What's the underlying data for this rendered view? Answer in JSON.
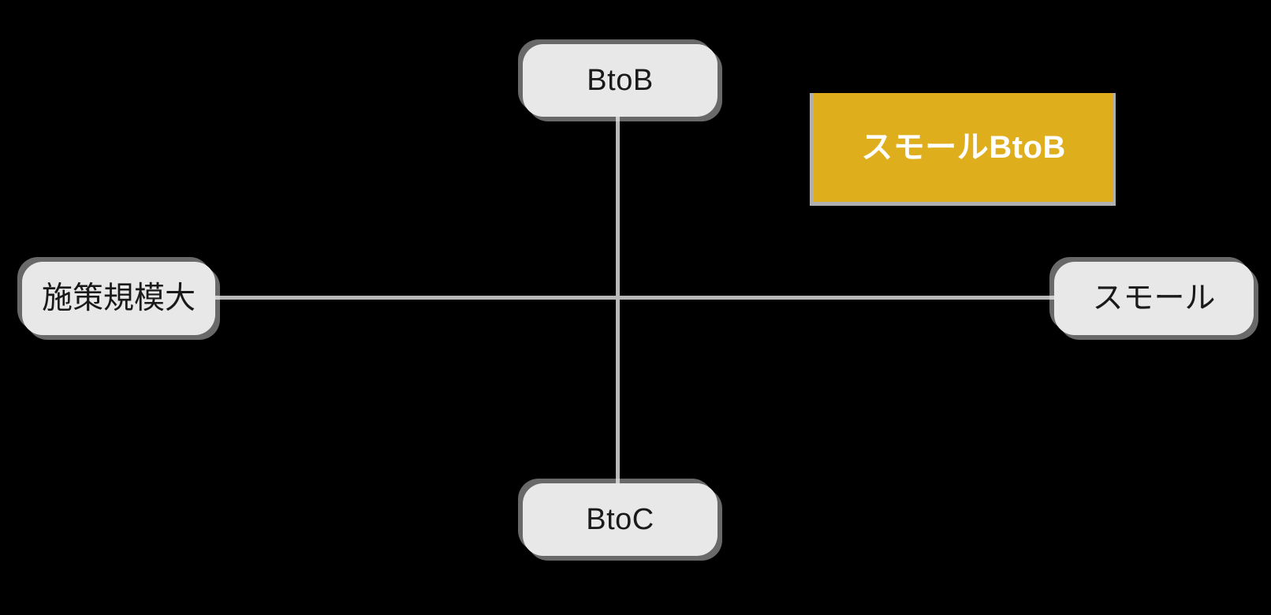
{
  "diagram": {
    "type": "two-axis-positioning-matrix",
    "background_color": "#000000",
    "axis": {
      "line_color": "#b8b8b8",
      "vertical": {
        "top_label": "BtoB",
        "bottom_label": "BtoC"
      },
      "horizontal": {
        "left_label": "施策規模大",
        "right_label": "スモール"
      }
    },
    "chips": [
      {
        "id": "btob",
        "label": "BtoB",
        "position": "top",
        "bg": "#e8e8e8",
        "text_color": "#1a1a1a"
      },
      {
        "id": "btoc",
        "label": "BtoC",
        "position": "bottom",
        "bg": "#e8e8e8",
        "text_color": "#1a1a1a"
      },
      {
        "id": "left",
        "label": "施策規模大",
        "position": "left",
        "bg": "#e8e8e8",
        "text_color": "#1a1a1a"
      },
      {
        "id": "right",
        "label": "スモール",
        "position": "right",
        "bg": "#e8e8e8",
        "text_color": "#1a1a1a"
      }
    ],
    "callout": {
      "label": "スモールBtoB",
      "quadrant": "upper-right",
      "bg_color": "#dfae1c",
      "text_color": "#ffffff",
      "border_color": "#b0b0b0"
    }
  }
}
